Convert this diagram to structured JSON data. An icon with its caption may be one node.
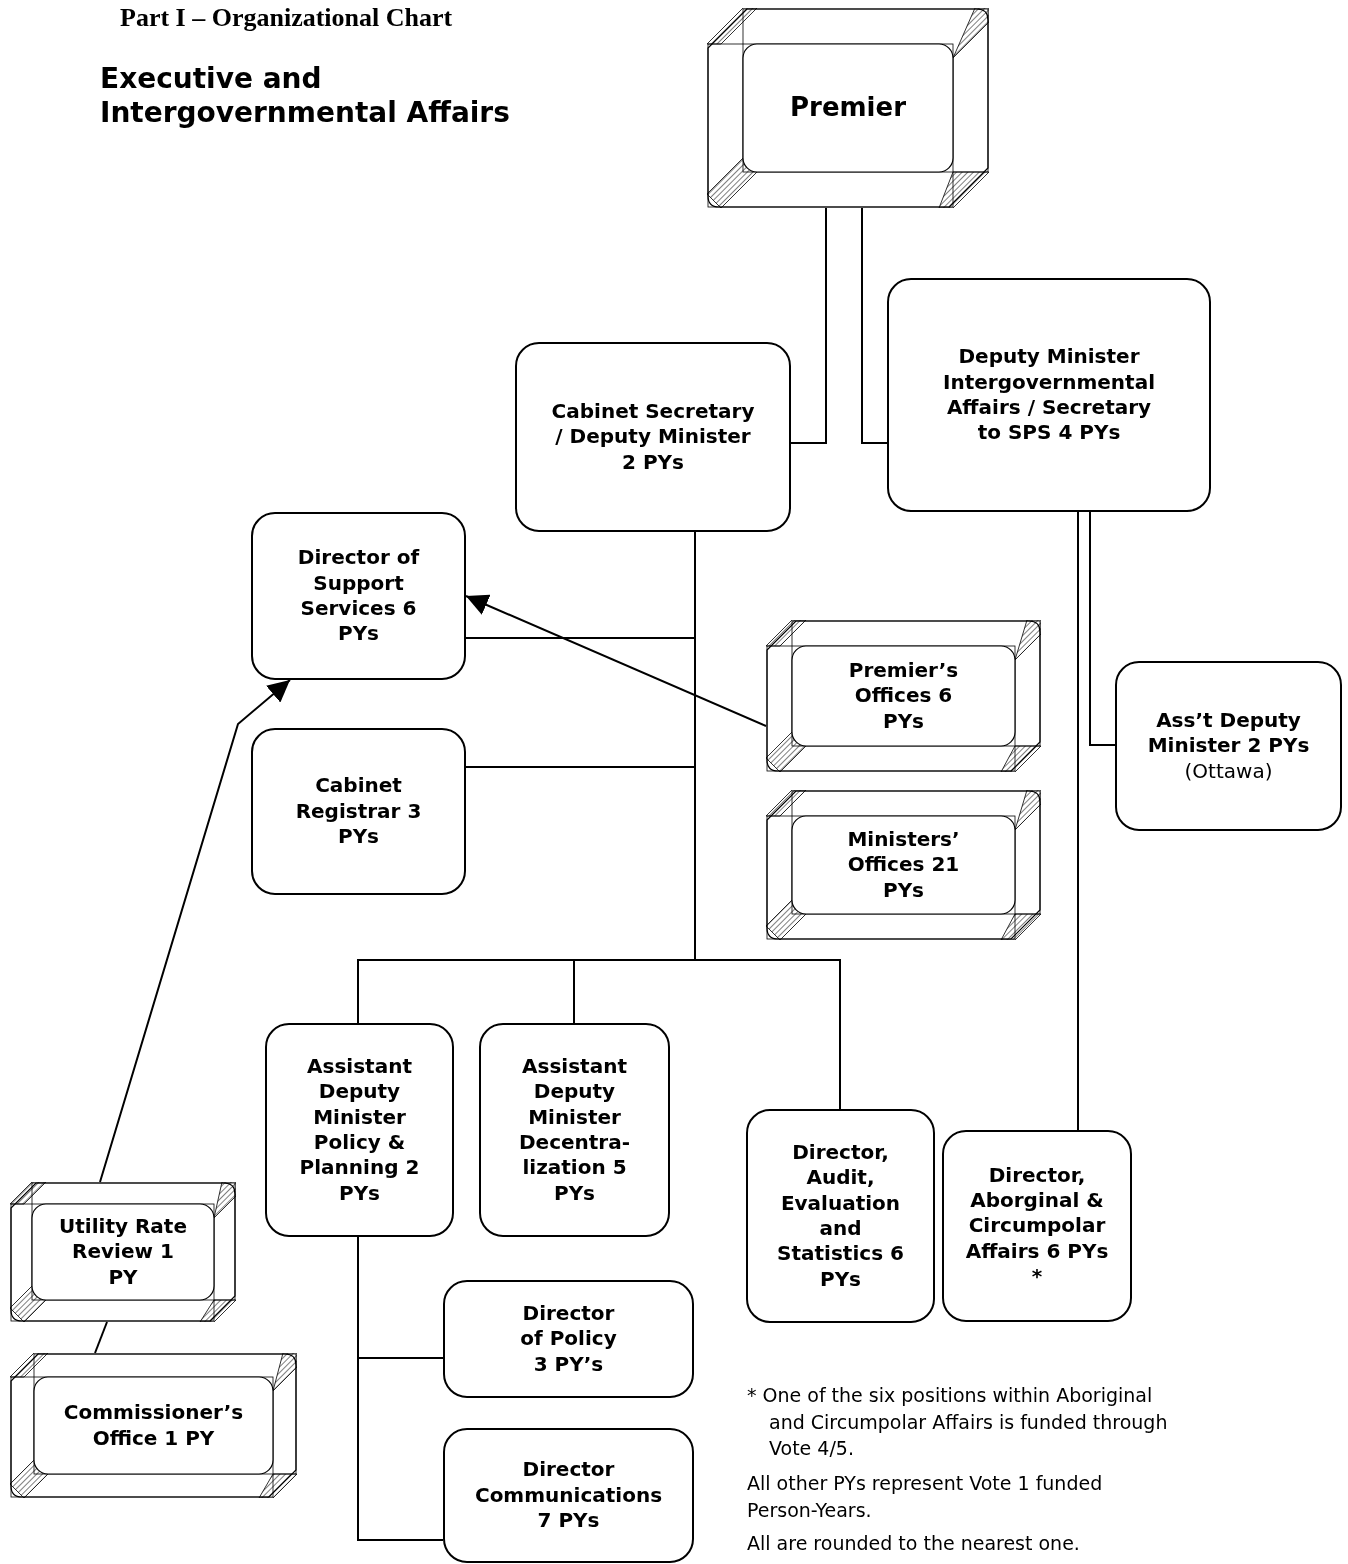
{
  "diagram": {
    "title": "Executive and Intergovernmental Affairs",
    "nodes": [
      {
        "text": [
          "Premier"
        ]
      },
      {
        "text": [
          "Cabinet Secretary / Deputy Minister 2 PYs"
        ]
      },
      {
        "text": [
          "Deputy Minister Intergovernmental Affairs / Secretary to SPS 4 PYs"
        ]
      },
      {
        "text": [
          "Director of Support Services 6 PYs"
        ]
      },
      {
        "text": [
          "Premier’s Offices 6 PYs"
        ]
      },
      {
        "text": [
          "Cabinet Registrar 3 PYs"
        ]
      },
      {
        "text": [
          "Ministers’ Offices 21 PYs"
        ]
      },
      {
        "text": [
          "Ass’t Deputy Minister 2 PYs",
          "(Ottawa)"
        ]
      },
      {
        "text": [
          "Assistant Deputy Minister Policy & Planning 2 PYs"
        ]
      },
      {
        "text": [
          "Assistant Deputy Minister Decentra- lization 5 PYs"
        ]
      },
      {
        "text": [
          "Director, Audit, Evaluation and Statistics 6 PYs"
        ]
      },
      {
        "text": [
          "Director, Aborginal & Circumpolar Affairs 6 PYs *"
        ]
      },
      {
        "text": [
          "Utility Rate Review 1 PY"
        ]
      },
      {
        "text": [
          "Director of Policy 3 PY’s"
        ]
      },
      {
        "text": [
          "Commissioner’s Office 1 PY"
        ]
      },
      {
        "text": [
          "Director Communications 7 PYs"
        ]
      }
    ],
    "edges": [
      {
        "from": 0,
        "to": 1,
        "arrow": "none"
      },
      {
        "from": 0,
        "to": 2,
        "arrow": "none"
      },
      {
        "from": 1,
        "to": 3,
        "arrow": "none"
      },
      {
        "from": 1,
        "to": 5,
        "arrow": "none"
      },
      {
        "from": 1,
        "to": 8,
        "arrow": "none"
      },
      {
        "from": 1,
        "to": 9,
        "arrow": "none"
      },
      {
        "from": 1,
        "to": 10,
        "arrow": "none"
      },
      {
        "from": 4,
        "to": 3,
        "arrow": "to"
      },
      {
        "from": 12,
        "to": 3,
        "arrow": "to"
      },
      {
        "from": 12,
        "to": 14,
        "arrow": "none"
      },
      {
        "from": 2,
        "to": 7,
        "arrow": "none"
      },
      {
        "from": 2,
        "to": 11,
        "arrow": "none"
      },
      {
        "from": 8,
        "to": 13,
        "arrow": "none"
      },
      {
        "from": 8,
        "to": 15,
        "arrow": "none"
      }
    ],
    "labels": [
      "Part I – Organizational Chart",
      "* One of the six positions within Aboriginal and Circumpolar Affairs is funded through Vote 4/5.",
      "All other PYs represent Vote 1 funded Person-Years.",
      "All are rounded to the nearest one."
    ]
  }
}
